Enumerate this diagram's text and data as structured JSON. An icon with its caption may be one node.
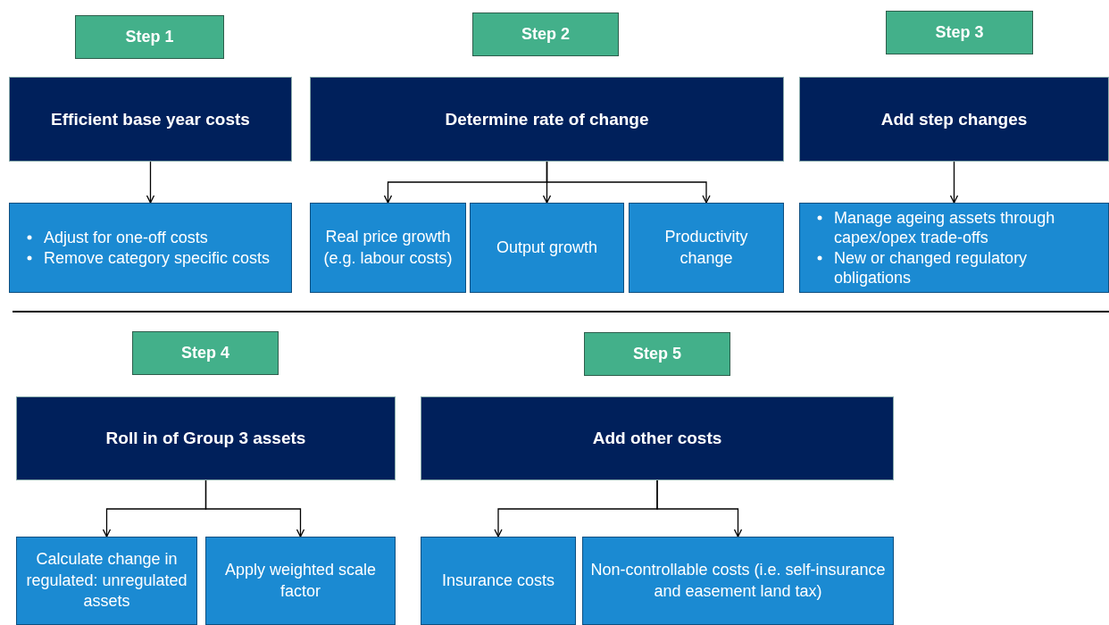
{
  "diagram": {
    "nodes": [
      {
        "text": [
          "Step 1"
        ]
      },
      {
        "text": [
          "Efficient base year costs"
        ]
      },
      {
        "text": [
          "Adjust for one-off costs",
          "Remove category specific costs"
        ]
      },
      {
        "text": [
          "Step 2"
        ]
      },
      {
        "text": [
          "Determine rate of change"
        ]
      },
      {
        "text": [
          "Real price growth (e.g. labour costs)"
        ]
      },
      {
        "text": [
          "Output growth"
        ]
      },
      {
        "text": [
          "Productivity change"
        ]
      },
      {
        "text": [
          "Step 3"
        ]
      },
      {
        "text": [
          "Add step changes"
        ]
      },
      {
        "text": [
          "Manage ageing assets through capex/opex trade-offs",
          "New or changed regulatory obligations"
        ]
      },
      {
        "text": [
          "Step 4"
        ]
      },
      {
        "text": [
          "Roll in of Group 3 assets"
        ]
      },
      {
        "text": [
          "Calculate change in regulated: unregulated assets"
        ]
      },
      {
        "text": [
          "Apply weighted scale factor"
        ]
      },
      {
        "text": [
          "Step 5"
        ]
      },
      {
        "text": [
          "Add other costs"
        ]
      },
      {
        "text": [
          "Insurance costs"
        ]
      },
      {
        "text": [
          "Non-controllable costs (i.e. self-insurance and easement land tax)"
        ]
      }
    ],
    "edges": [
      {
        "from": 1,
        "to": 2,
        "arrow": "to"
      },
      {
        "from": 4,
        "to": 5,
        "arrow": "to"
      },
      {
        "from": 4,
        "to": 6,
        "arrow": "to"
      },
      {
        "from": 4,
        "to": 7,
        "arrow": "to"
      },
      {
        "from": 9,
        "to": 10,
        "arrow": "to"
      },
      {
        "from": 12,
        "to": 13,
        "arrow": "to"
      },
      {
        "from": 12,
        "to": 14,
        "arrow": "to"
      },
      {
        "from": 16,
        "to": 17,
        "arrow": "to"
      },
      {
        "from": 16,
        "to": 18,
        "arrow": "to"
      }
    ]
  }
}
